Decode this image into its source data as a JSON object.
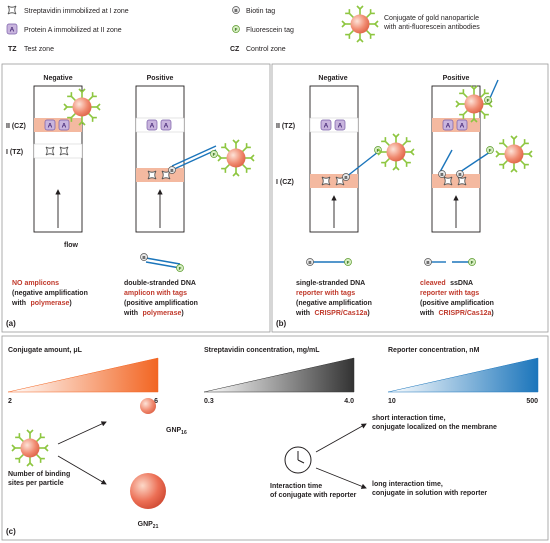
{
  "legend": {
    "streptavidin": "Streptavidin immobilized at I zone",
    "protein_a": "Protein A immobilized at II zone",
    "tz_abbr": "TZ",
    "tz_text": "Test zone",
    "biotin": "Biotin tag",
    "fluorescein": "Fluorescein tag",
    "cz_abbr": "CZ",
    "cz_text": "Control zone",
    "conjugate_line1": "Conjugate of gold nanoparticle",
    "conjugate_line2": "with anti-fluorescein antibodies",
    "badge_a": "A",
    "badge_b": "B",
    "badge_f": "F"
  },
  "panel_a": {
    "label": "(a)",
    "negative_title": "Negative",
    "positive_title": "Positive",
    "zone_ii": "II (CZ)",
    "zone_i": "I (TZ)",
    "flow": "flow",
    "neg_caption_red": "NO amplicons",
    "neg_caption_l2": "(negative amplification",
    "neg_caption_l3_pre": "with",
    "neg_caption_l3_red": "polymerase",
    "neg_caption_l3_post": ")",
    "pos_caption_l1": "double-stranded DNA",
    "pos_caption_l2_red": "amplicon with tags",
    "pos_caption_l3": "(positive amplification",
    "pos_caption_l4_pre": "with",
    "pos_caption_l4_red": "polymerase",
    "pos_caption_l4_post": ")"
  },
  "panel_b": {
    "label": "(b)",
    "negative_title": "Negative",
    "positive_title": "Positive",
    "zone_ii": "II (TZ)",
    "zone_i": "I (CZ)",
    "neg_caption_l1": "single-stranded DNA",
    "neg_caption_l2_red": "reporter with tags",
    "neg_caption_l3": "(negative amplification",
    "neg_caption_l4_pre": "with",
    "neg_caption_l4_red": "CRISPR/Cas12a",
    "neg_caption_l4_post": ")",
    "pos_caption_l1_red": "cleaved",
    "pos_caption_l1_post": "ssDNA",
    "pos_caption_l2_red": "reporter with tags",
    "pos_caption_l3": "(positive amplification",
    "pos_caption_l4_pre": "with",
    "pos_caption_l4_red": "CRISPR/Cas12a",
    "pos_caption_l4_post": ")"
  },
  "panel_c": {
    "label": "(c)",
    "gradients": [
      {
        "title": "Conjugate amount, μL",
        "min": "2",
        "max": "6",
        "color": "#f26522"
      },
      {
        "title": "Streptavidin concentration, mg/mL",
        "min": "0.3",
        "max": "4.0",
        "color": "#333333"
      },
      {
        "title": "Reporter concentration, nM",
        "min": "10",
        "max": "500",
        "color": "#1b75bb"
      }
    ],
    "binding_line1": "Number of binding",
    "binding_line2": "sites per particle",
    "gnp_small": "GNP",
    "gnp_small_sub": "16",
    "gnp_large": "GNP",
    "gnp_large_sub": "21",
    "interaction_line1": "Interaction time",
    "interaction_line2": "of conjugate with reporter",
    "short_line1": "short interaction time,",
    "short_line2": "conjugate localized on the membrane",
    "long_line1": "long interaction time,",
    "long_line2": "conjugate in solution with reporter"
  },
  "colors": {
    "zone": "#f4b9a0",
    "protein_a": "#c9b5de",
    "dna": "#1b75bb",
    "red_text": "#c0392b",
    "gnp": "#f08a70",
    "antibody": "#8dc63f"
  }
}
